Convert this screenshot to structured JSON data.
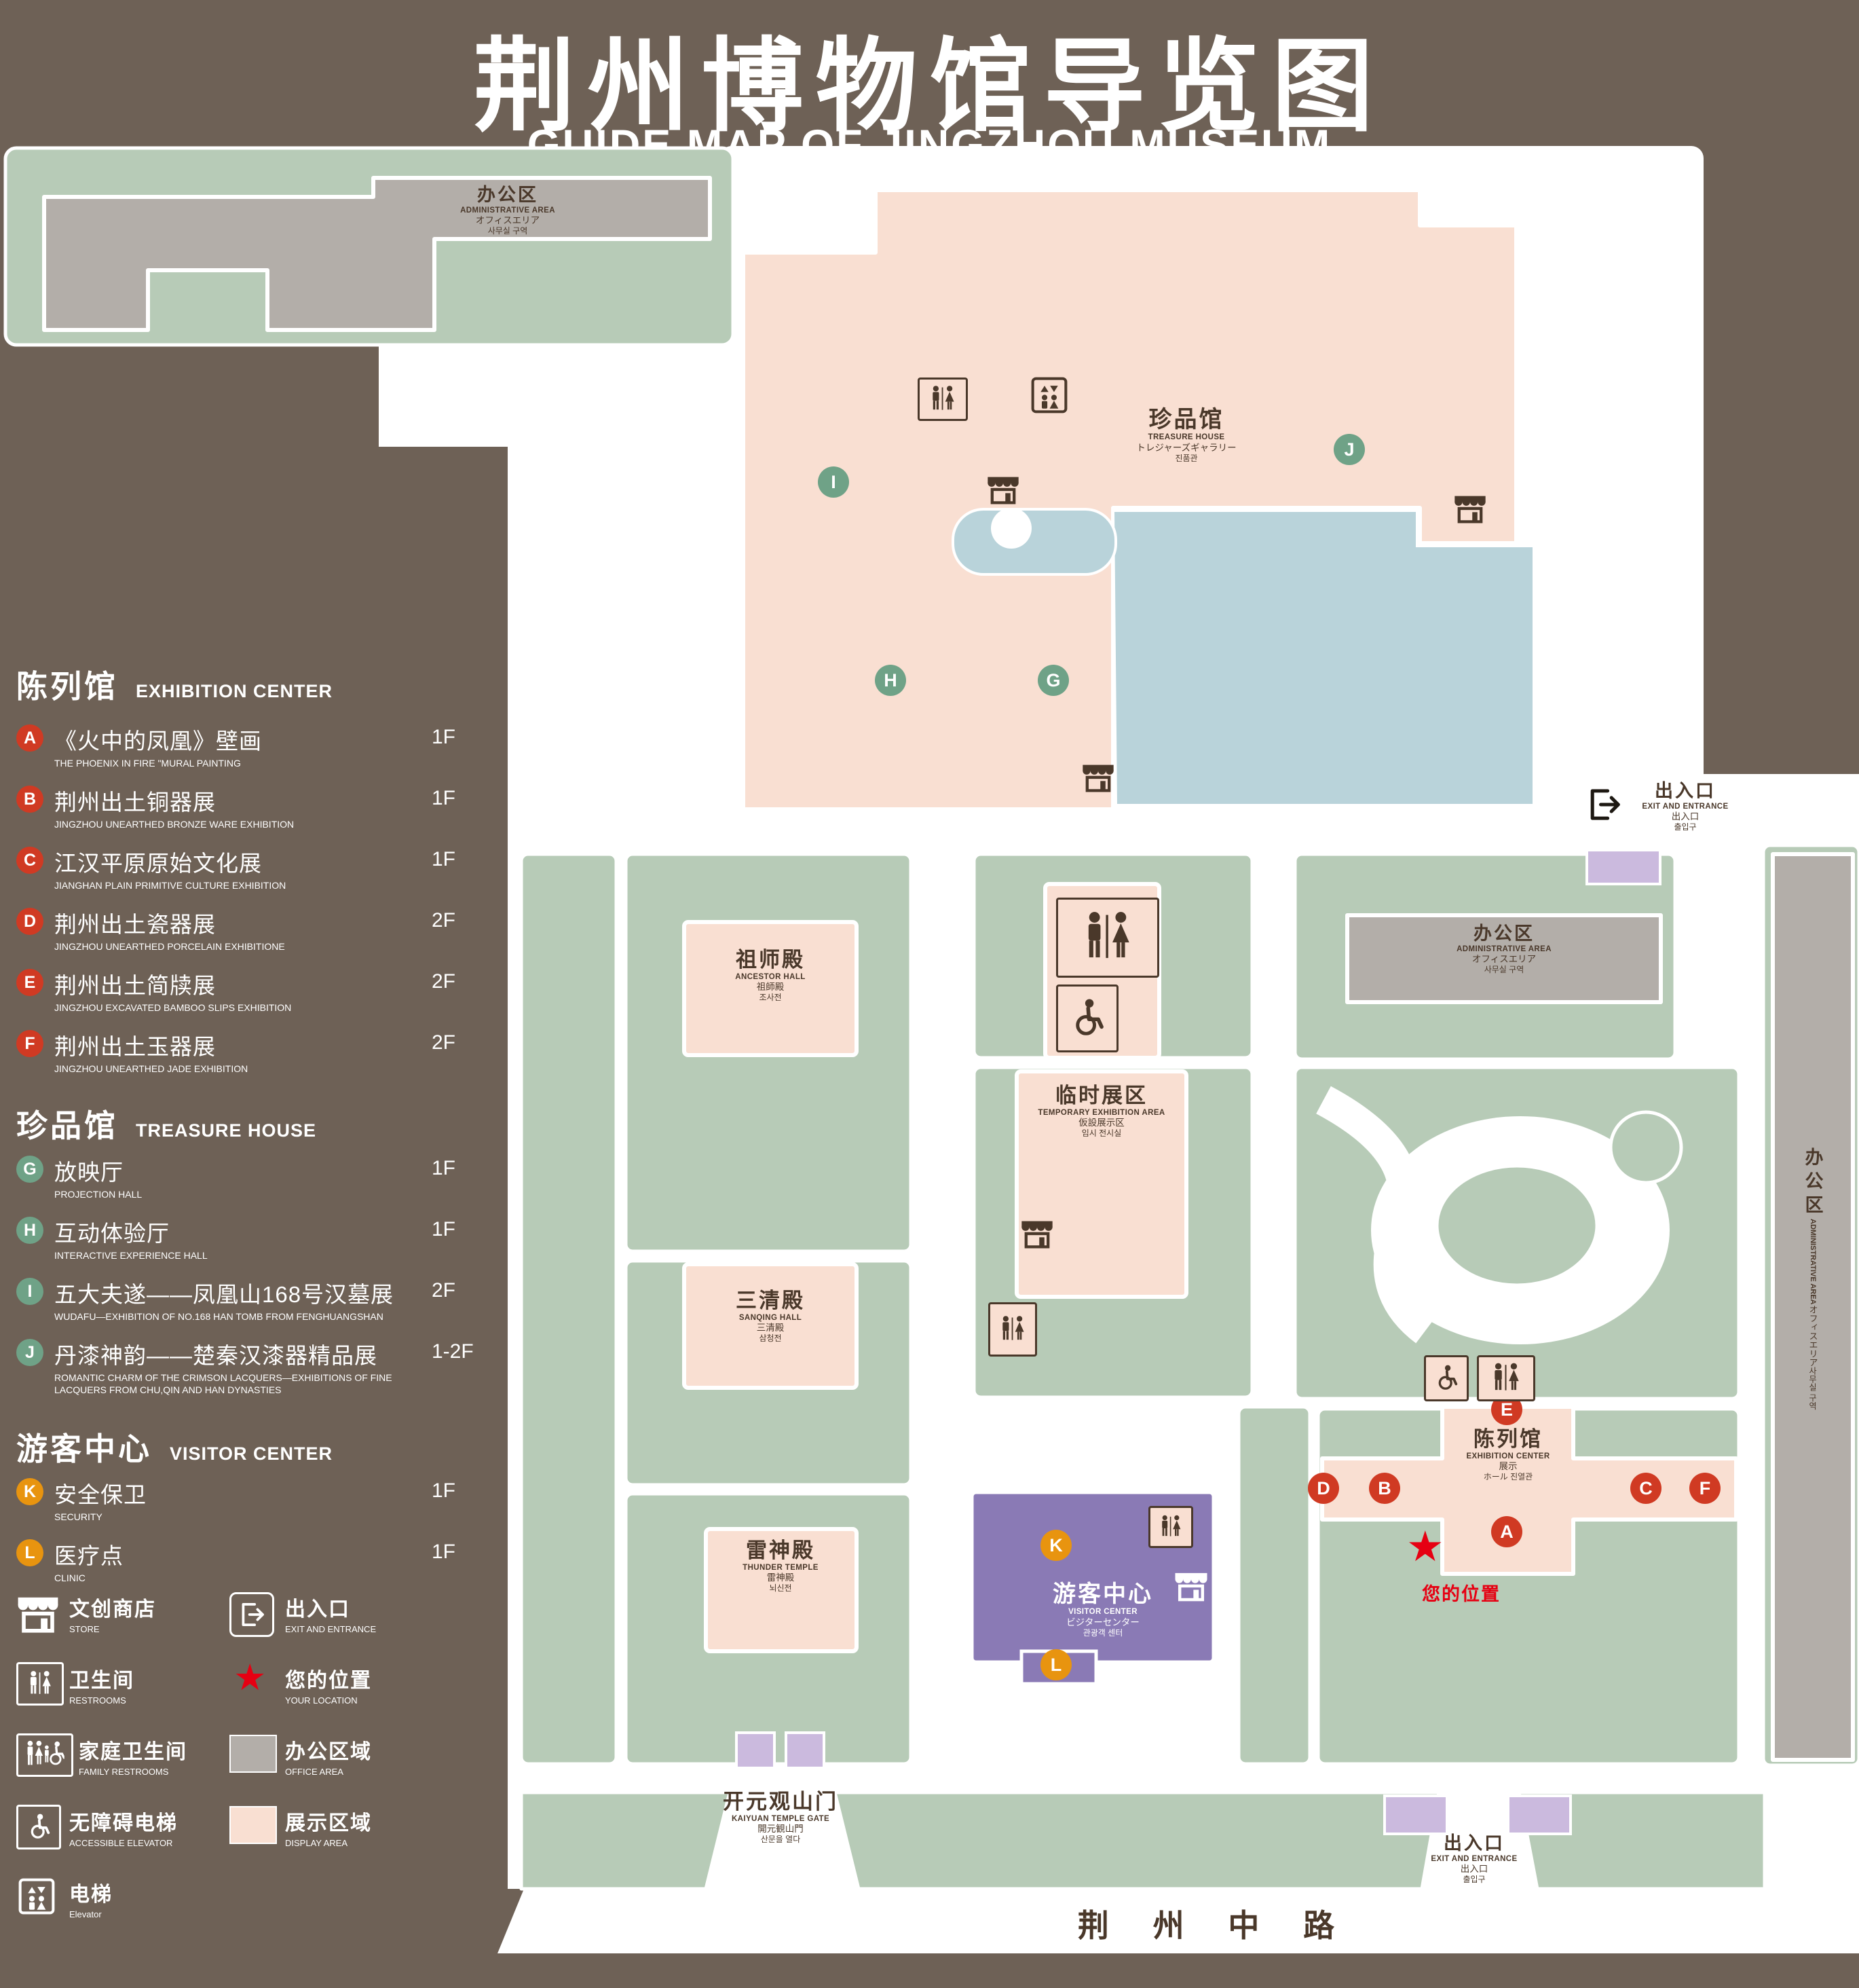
{
  "title": {
    "zh": "荆州博物馆导览图",
    "en": "GUIDE MAP OF JINGZHOU MUSEUM"
  },
  "colors": {
    "background": "#6E6156",
    "ground_green": "#B7CBB7",
    "display_pink": "#F9DFD2",
    "office_gray": "#B3AEA9",
    "pond_blue": "#B9D3DA",
    "visitor_purple": "#8A7AB5",
    "entrance_lavender": "#CBBADE",
    "badge_red": "#D03A23",
    "badge_green": "#6FA287",
    "badge_orange": "#E8940F",
    "map_text": "#4A382A",
    "location_red": "#E60012"
  },
  "legend": {
    "sections": [
      {
        "zh": "陈列馆",
        "en": "EXHIBITION CENTER",
        "items": [
          {
            "key": "A",
            "zh": "《火中的凤凰》壁画",
            "en": "THE PHOENIX IN FIRE \"MURAL PAINTING",
            "floor": "1F"
          },
          {
            "key": "B",
            "zh": "荆州出土铜器展",
            "en": "JINGZHOU UNEARTHED BRONZE WARE EXHIBITION",
            "floor": "1F"
          },
          {
            "key": "C",
            "zh": "江汉平原原始文化展",
            "en": "JIANGHAN PLAIN PRIMITIVE CULTURE EXHIBITION",
            "floor": "1F"
          },
          {
            "key": "D",
            "zh": "荆州出土瓷器展",
            "en": "JINGZHOU UNEARTHED PORCELAIN EXHIBITIONE",
            "floor": "2F"
          },
          {
            "key": "E",
            "zh": "荆州出土简牍展",
            "en": "JINGZHOU EXCAVATED BAMBOO SLIPS EXHIBITION",
            "floor": "2F"
          },
          {
            "key": "F",
            "zh": "荆州出土玉器展",
            "en": "JINGZHOU UNEARTHED JADE EXHIBITION",
            "floor": "2F"
          }
        ]
      },
      {
        "zh": "珍品馆",
        "en": "TREASURE HOUSE",
        "items": [
          {
            "key": "G",
            "zh": "放映厅",
            "en": "PROJECTION HALL",
            "floor": "1F"
          },
          {
            "key": "H",
            "zh": "互动体验厅",
            "en": "INTERACTIVE EXPERIENCE HALL",
            "floor": "1F"
          },
          {
            "key": "I",
            "zh": "五大夫遂——凤凰山168号汉墓展",
            "en": "WUDAFU—EXHIBITION OF NO.168 HAN TOMB FROM FENGHUANGSHAN",
            "floor": "2F"
          },
          {
            "key": "J",
            "zh": "丹漆神韵——楚秦汉漆器精品展",
            "en": "ROMANTIC CHARM OF THE CRIMSON LACQUERS—EXHIBITIONS OF FINE LACQUERS FROM CHU,QIN AND HAN DYNASTIES",
            "floor": "1-2F"
          }
        ]
      },
      {
        "zh": "游客中心",
        "en": "VISITOR CENTER",
        "items": [
          {
            "key": "K",
            "zh": "安全保卫",
            "en": "SECURITY",
            "floor": "1F"
          },
          {
            "key": "L",
            "zh": "医疗点",
            "en": "CLINIC",
            "floor": "1F"
          }
        ]
      }
    ],
    "symbols_col1": [
      {
        "icon": "store-icon",
        "zh": "文创商店",
        "en": "STORE"
      },
      {
        "icon": "restroom-icon",
        "zh": "卫生间",
        "en": "RESTROOMS"
      },
      {
        "icon": "family-restroom-icon",
        "zh": "家庭卫生间",
        "en": "FAMILY RESTROOMS"
      },
      {
        "icon": "accessible-elevator-icon",
        "zh": "无障碍电梯",
        "en": "ACCESSIBLE ELEVATOR"
      },
      {
        "icon": "elevator-icon",
        "zh": "电梯",
        "en": "Elevator"
      }
    ],
    "symbols_col2": [
      {
        "icon": "exit-icon",
        "zh": "出入口",
        "en": "EXIT AND ENTRANCE"
      },
      {
        "icon": "location-star",
        "zh": "您的位置",
        "en": "YOUR LOCATION"
      },
      {
        "icon": "office-swatch",
        "zh": "办公区域",
        "en": "OFFICE AREA"
      },
      {
        "icon": "display-swatch",
        "zh": "展示区域",
        "en": "DISPLAY AREA"
      }
    ]
  },
  "map": {
    "admin_top": {
      "zh": "办公区",
      "en": "ADMINISTRATIVE AREA",
      "ja": "オフィスエリア",
      "ko": "사무실 구역"
    },
    "treasure": {
      "zh": "珍品馆",
      "en": "TREASURE HOUSE",
      "ja": "トレジャーズギャラリー",
      "ko": "진품관"
    },
    "exit_top": {
      "zh": "出入口",
      "en": "EXIT AND ENTRANCE",
      "zh2": "出入口",
      "ko": "출입구"
    },
    "ancestor": {
      "zh": "祖师殿",
      "en": "ANCESTOR HALL",
      "ja": "祖師殿",
      "ko": "조사전"
    },
    "admin_mid": {
      "zh": "办公区",
      "en": "ADMINISTRATIVE AREA",
      "ja": "オフィスエリア",
      "ko": "사무실 구역"
    },
    "temporary": {
      "zh": "临时展区",
      "en": "TEMPORARY EXHIBITION AREA",
      "ja": "仮設展示区",
      "ko": "임시 전시실"
    },
    "sanqing": {
      "zh": "三清殿",
      "en": "SANQING HALL",
      "ja": "三清殿",
      "ko": "삼청전"
    },
    "exhibition": {
      "zh": "陈列馆",
      "en": "EXHIBITION CENTER",
      "ja": "展示",
      "ko": "ホール 진열관"
    },
    "thunder": {
      "zh": "雷神殿",
      "en": "THUNDER TEMPLE",
      "ja": "雷神殿",
      "ko": "뇌신전"
    },
    "visitor": {
      "zh": "游客中心",
      "en": "VISITOR CENTER",
      "ja": "ビジターセンター",
      "ko": "관광객 센터"
    },
    "gate": {
      "zh": "开元观山门",
      "en": "KAIYUAN TEMPLE GATE",
      "ja": "開元観山門",
      "ko": "산문을 열다"
    },
    "exit_bottom": {
      "zh": "出入口",
      "en": "EXIT AND ENTRANCE",
      "zh2": "出入口",
      "ko": "출입구"
    },
    "admin_right": {
      "zh": "办公区",
      "en": "ADMINISTRATIVE AREA",
      "ja": "オフィスエリア",
      "ko": "사무실 구역"
    },
    "road": "荆 州 中 路",
    "your_location": "您的位置",
    "badges": {
      "A": "A",
      "B": "B",
      "C": "C",
      "D": "D",
      "E": "E",
      "F": "F",
      "G": "G",
      "H": "H",
      "I": "I",
      "J": "J",
      "K": "K",
      "L": "L"
    }
  }
}
